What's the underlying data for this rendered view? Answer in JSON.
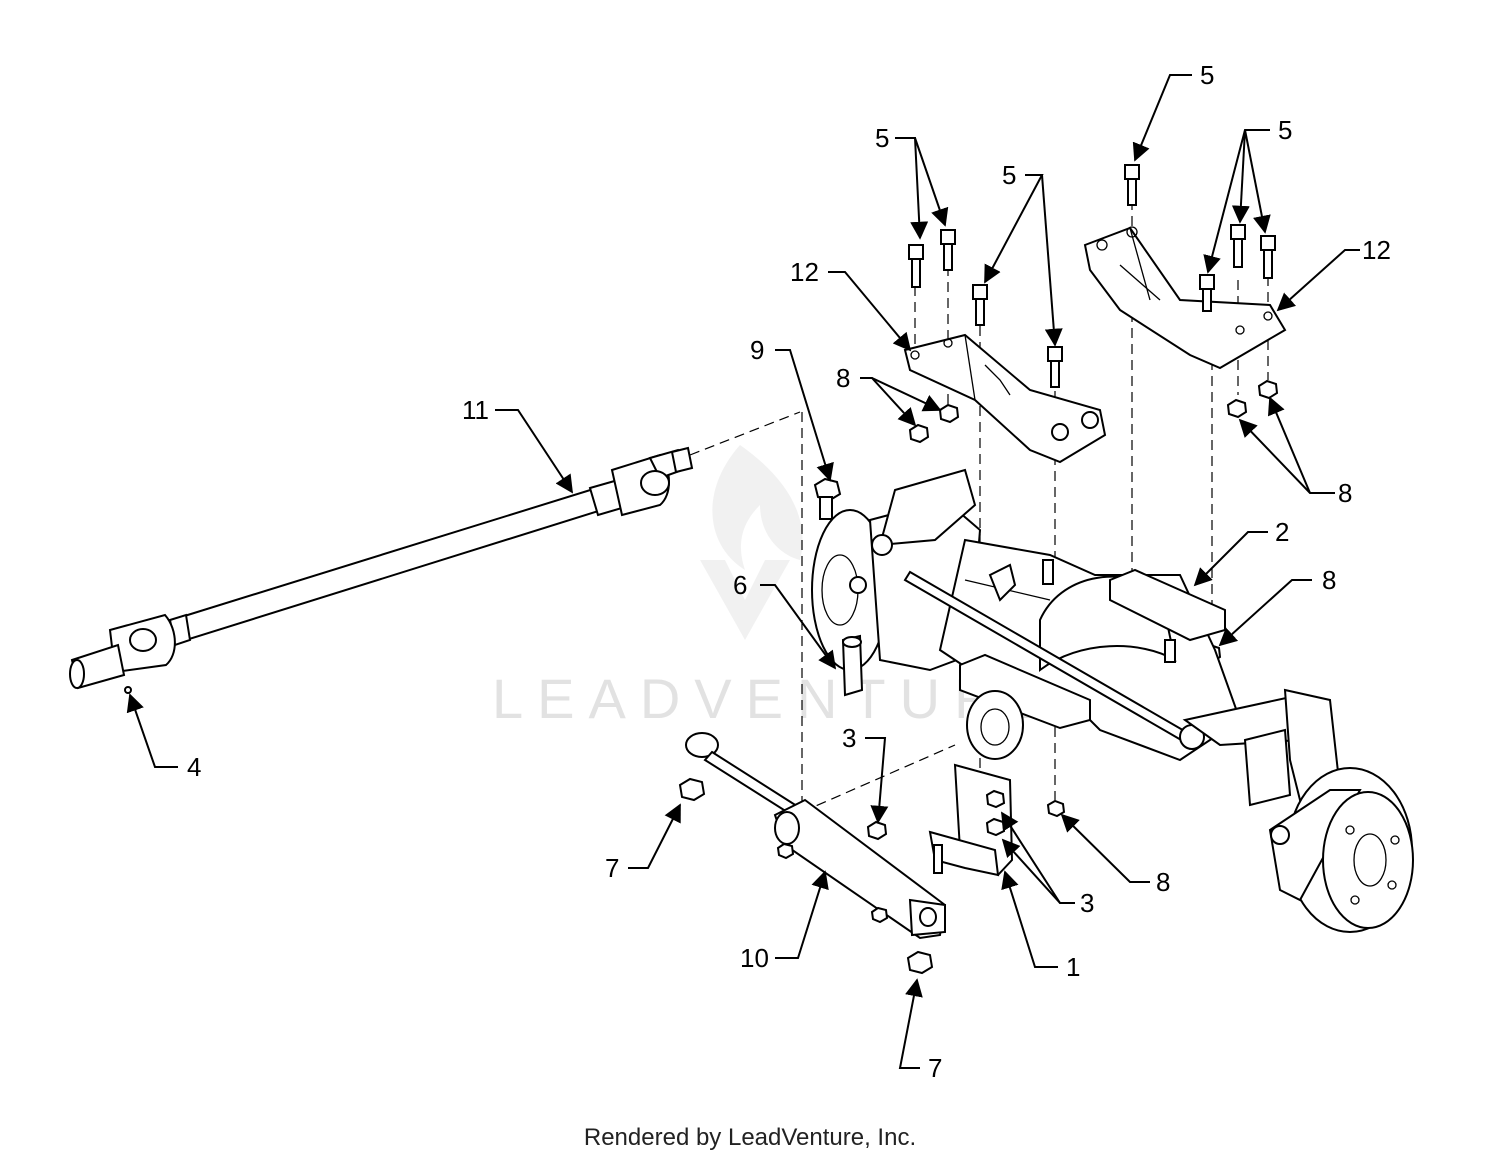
{
  "watermark": {
    "text": "LEADVENTURE",
    "icon": "flame-logo-icon"
  },
  "footer": {
    "text": "Rendered by LeadVenture, Inc."
  },
  "callouts": {
    "c1": "1",
    "c2": "2",
    "c3a": "3",
    "c3b": "3",
    "c4": "4",
    "c5a": "5",
    "c5b": "5",
    "c5c": "5",
    "c5d": "5",
    "c6": "6",
    "c7a": "7",
    "c7b": "7",
    "c8a": "8",
    "c8b": "8",
    "c8c": "8",
    "c8d": "8",
    "c9": "9",
    "c10": "10",
    "c11": "11",
    "c12a": "12",
    "c12b": "12"
  }
}
